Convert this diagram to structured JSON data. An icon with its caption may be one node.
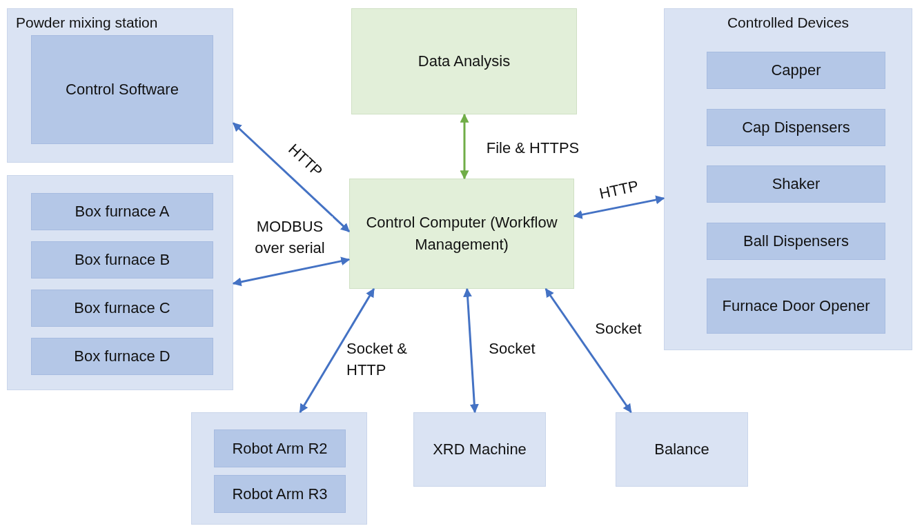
{
  "diagram": {
    "nodes": [
      {
        "text": [
          "Powder mixing station"
        ]
      },
      {
        "text": [
          "Control Software"
        ],
        "in": 0
      },
      {
        "text": [],
        "shape": "box"
      },
      {
        "text": [
          "Box furnace A"
        ],
        "in": 2
      },
      {
        "text": [
          "Box furnace B"
        ],
        "in": 2
      },
      {
        "text": [
          "Box furnace C"
        ],
        "in": 2
      },
      {
        "text": [
          "Box furnace D"
        ],
        "in": 2
      },
      {
        "text": [
          "Data Analysis"
        ]
      },
      {
        "text": [
          "Controlled Devices"
        ]
      },
      {
        "text": [
          "Capper"
        ],
        "in": 8
      },
      {
        "text": [
          "Cap Dispensers"
        ],
        "in": 8
      },
      {
        "text": [
          "Shaker"
        ],
        "in": 8
      },
      {
        "text": [
          "Ball Dispensers"
        ],
        "in": 8
      },
      {
        "text": [
          "Furnace Door Opener"
        ],
        "in": 8
      },
      {
        "text": [
          "Control Computer (Workflow Management)"
        ]
      },
      {
        "text": [],
        "shape": "box"
      },
      {
        "text": [
          "Robot Arm R2"
        ],
        "in": 15
      },
      {
        "text": [
          "Robot Arm R3"
        ],
        "in": 15
      },
      {
        "text": [
          "XRD Machine"
        ]
      },
      {
        "text": [
          "Balance"
        ]
      }
    ],
    "edges": [
      {
        "from": 0,
        "to": 14,
        "arrow": "both",
        "label": "HTTP"
      },
      {
        "from": 2,
        "to": 14,
        "arrow": "both",
        "label": "MODBUS over serial"
      },
      {
        "from": 7,
        "to": 14,
        "arrow": "both",
        "label": "File & HTTPS",
        "color": "#70ad47"
      },
      {
        "from": 14,
        "to": 8,
        "arrow": "both",
        "label": "HTTP"
      },
      {
        "from": 14,
        "to": 15,
        "arrow": "both",
        "label": "Socket & HTTP"
      },
      {
        "from": 14,
        "to": 18,
        "arrow": "both",
        "label": "Socket"
      },
      {
        "from": 14,
        "to": 19,
        "arrow": "both",
        "label": "Socket"
      }
    ]
  }
}
